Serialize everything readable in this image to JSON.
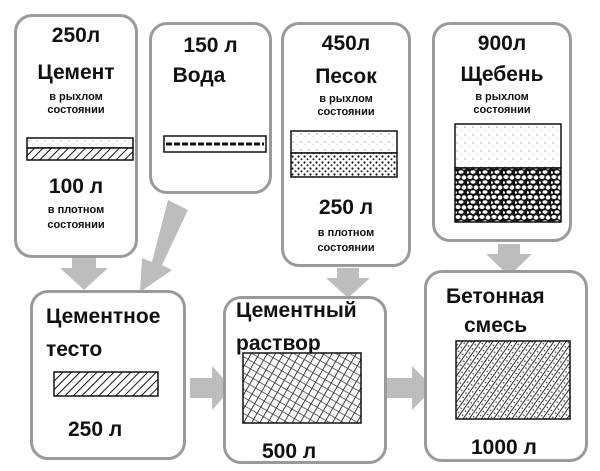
{
  "inputs": {
    "cement": {
      "volume_loose": "250л",
      "name": "Цемент",
      "state_loose_line1": "в рыхлом",
      "state_loose_line2": "состоянии",
      "volume_dense": "100 л",
      "state_dense_line1": "в плотном",
      "state_dense_line2": "состоянии"
    },
    "water": {
      "volume": "150 л",
      "name": "Вода"
    },
    "sand": {
      "volume_loose": "450л",
      "name": "Песок",
      "state_loose_line1": "в рыхлом",
      "state_loose_line2": "состоянии",
      "volume_dense": "250 л",
      "state_dense_line1": "в плотном",
      "state_dense_line2": "состоянии"
    },
    "gravel": {
      "volume": "900л",
      "name": "Щебень",
      "state_line1": "в рыхлом",
      "state_line2": "состоянии"
    }
  },
  "results": {
    "paste": {
      "name_line1": "Цементное",
      "name_line2": "тесто",
      "volume": "250 л"
    },
    "mortar": {
      "name_line1": "Цементный",
      "name_line2": "раствор",
      "volume": "500 л"
    },
    "concrete": {
      "name_line1": "Бетонная",
      "name_line2": "смесь",
      "volume": "1000 л"
    }
  },
  "colors": {
    "border": "#9a9a9a",
    "arrow": "#bdbdbd",
    "ink": "#111111"
  }
}
